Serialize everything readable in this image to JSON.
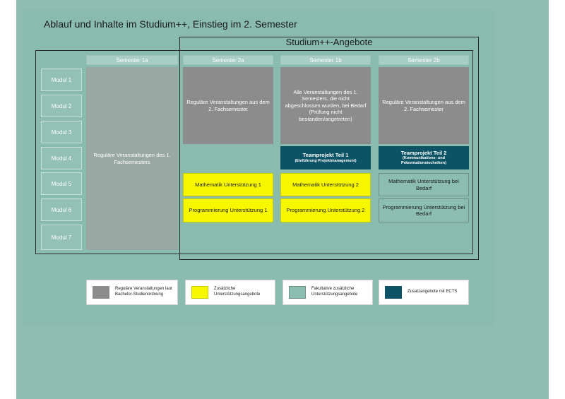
{
  "title": "Ablauf und Inhalte im Studium++, Einstieg im 2. Semester",
  "studium_title": "Studium++-Angebote",
  "semesters": [
    "Semester 1a",
    "Semester 2a",
    "Semester 1b",
    "Semester 2b"
  ],
  "modules": [
    "Modul 1",
    "Modul 2",
    "Modul 3",
    "Modul 4",
    "Modul 5",
    "Modul 6",
    "Modul 7"
  ],
  "cells": {
    "sem1a_regular": "Reguläre Veranstaltungen des 1. Fachsemesters",
    "sem2a_regular": "Reguläre Veranstaltungen aus dem 2. Fachsemester",
    "sem1b_regular": "Alle Veranstaltungen des 1. Semesters, die nicht abgeschlossen wurden, bei Bedarf (Prüfung nicht bestanden/angetreten)",
    "sem2b_regular": "Reguläre Veranstaltungen aus dem 2. Fachsemester",
    "team1_title": "Teamprojekt Teil 1",
    "team1_sub": "(Einführung Projektmanagement)",
    "team2_title": "Teamprojekt Teil 2",
    "team2_sub": "(Kommunikations- und Präsentationstechniken)",
    "math1": "Mathematik Unterstützung 1",
    "math2": "Mathematik Unterstützung 2",
    "math_bedarf": "Mathematik Unterstützung bei Bedarf",
    "prog1": "Programmierung Unterstützung 1",
    "prog2": "Programmierung Unterstützung 2",
    "prog_bedarf": "Programmierung Unterstützung bei Bedarf"
  },
  "legend": [
    {
      "label": "Reguläre Veranstaltungen laut Bachelor-Studienordnung",
      "color": "#8c8c8c"
    },
    {
      "label": "Zusätzliche Unterstützungsangebote",
      "color": "#f7f700"
    },
    {
      "label": "Fakultative zusätzliche Unterstützungsangebote",
      "color": "#8bbdb0"
    },
    {
      "label": "Zusatzangebote mit ECTS",
      "color": "#0c5366"
    }
  ]
}
